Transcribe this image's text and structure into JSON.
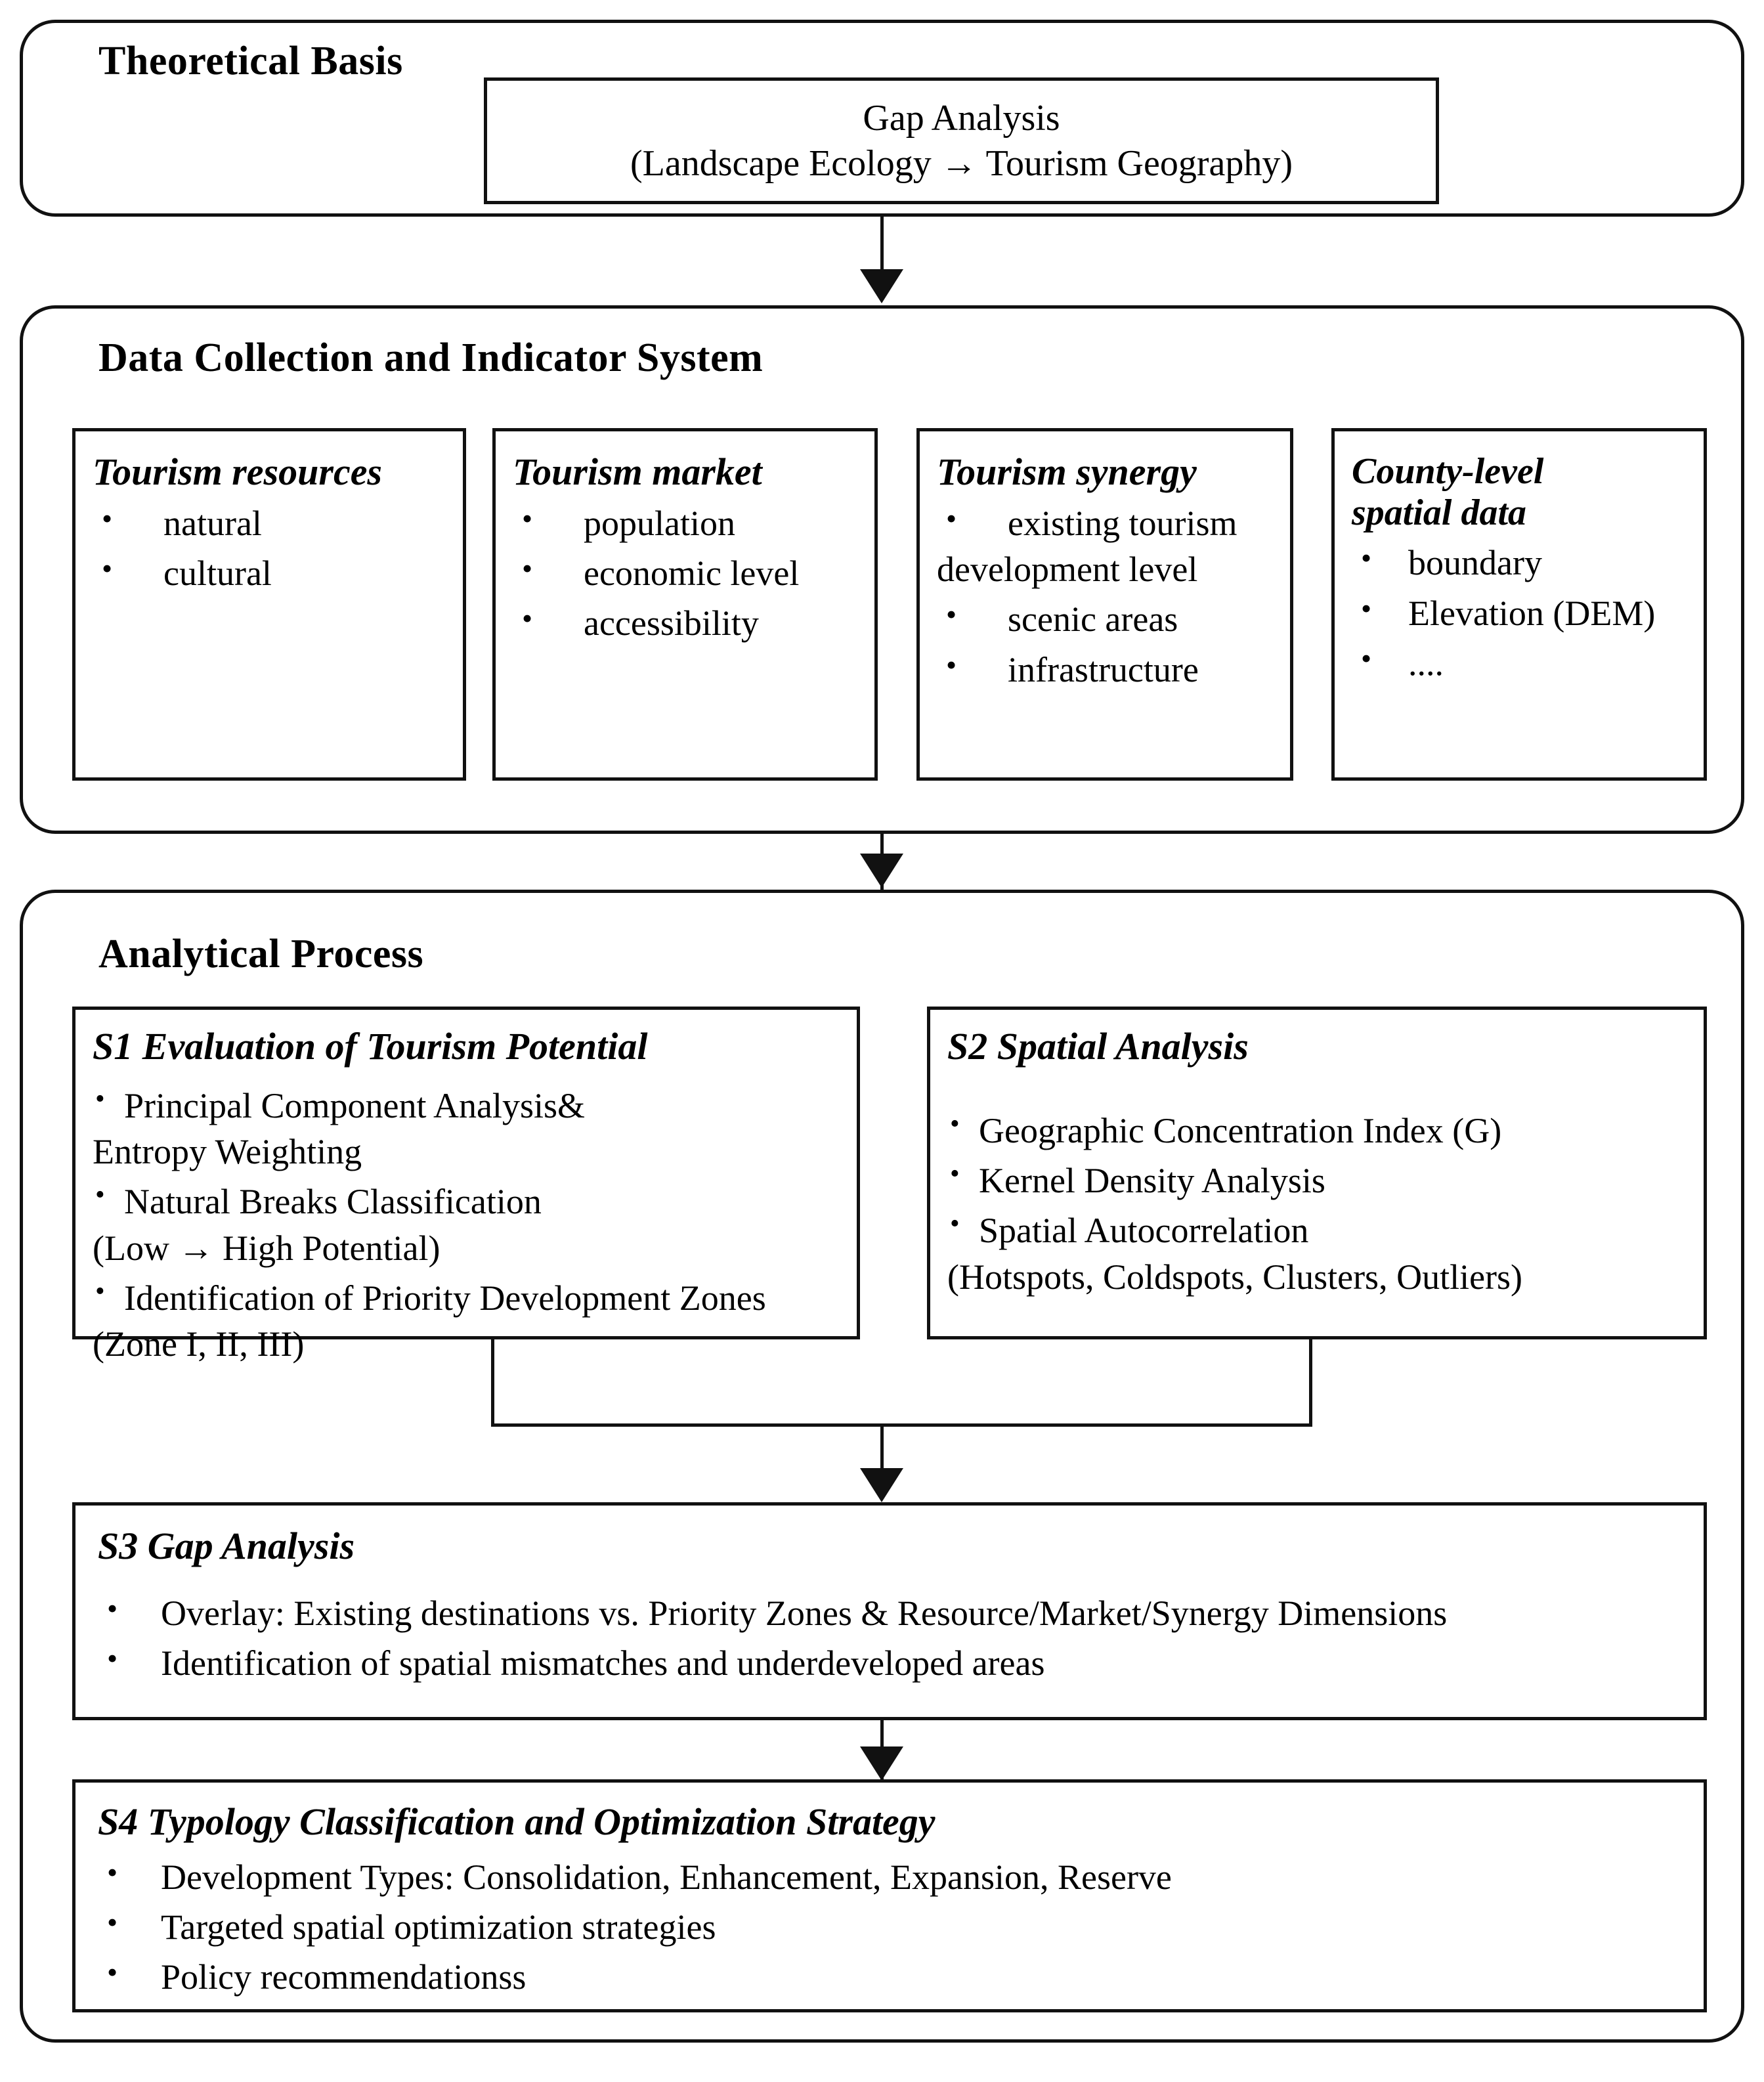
{
  "figure": {
    "type": "flowchart",
    "orientation": "top-to-bottom"
  },
  "stage1": {
    "title": "Theoretical Basis",
    "gap_box": {
      "line1": "Gap Analysis",
      "line2": "(Landscape Ecology → Tourism Geography)"
    }
  },
  "stage2": {
    "title": "Data Collection and Indicator System",
    "cards": [
      {
        "title": "Tourism resources",
        "items": [
          "natural",
          "cultural"
        ]
      },
      {
        "title": "Tourism market",
        "items": [
          "population",
          "economic level",
          "accessibility"
        ]
      },
      {
        "title": "Tourism synergy",
        "items": [
          "existing tourism",
          "scenic areas",
          "infrastructure"
        ],
        "item0_continuation": "development level"
      },
      {
        "title_line1": "County-level",
        "title_line2": "spatial data",
        "items": [
          "boundary",
          "Elevation (DEM)",
          "...."
        ]
      }
    ]
  },
  "stage3": {
    "title": "Analytical Process",
    "s1": {
      "title": "S1 Evaluation of Tourism Potential",
      "items": [
        "Principal Component Analysis&",
        "Natural Breaks Classification",
        "Identification of Priority Development Zones"
      ],
      "continuations": [
        "Entropy Weighting",
        "(Low → High Potential)",
        "(Zone I, II, III)"
      ]
    },
    "s2": {
      "title": "S2 Spatial Analysis",
      "items": [
        "Geographic Concentration Index (G)",
        "Kernel Density Analysis",
        "Spatial Autocorrelation"
      ],
      "continuation": "(Hotspots, Coldspots, Clusters, Outliers)"
    },
    "s3": {
      "title": "S3 Gap Analysis",
      "items": [
        "Overlay: Existing destinations vs. Priority Zones & Resource/Market/Synergy Dimensions",
        "Identification of spatial mismatches and underdeveloped areas"
      ]
    },
    "s4": {
      "title": "S4 Typology Classification and Optimization Strategy",
      "items": [
        "Development Types: Consolidation, Enhancement, Expansion, Reserve",
        "Targeted spatial optimization strategies",
        "Policy recommendationss"
      ]
    }
  },
  "connectors": {
    "arrow1_label": "theoretical-basis-to-data-collection",
    "arrow2_label": "data-collection-to-analytical-process",
    "arrow3_label": "s1-s2-merge-to-s3",
    "arrow4_label": "s3-to-s4"
  },
  "colors": {
    "stroke": "#111111",
    "background": "#ffffff",
    "text": "#000000"
  }
}
